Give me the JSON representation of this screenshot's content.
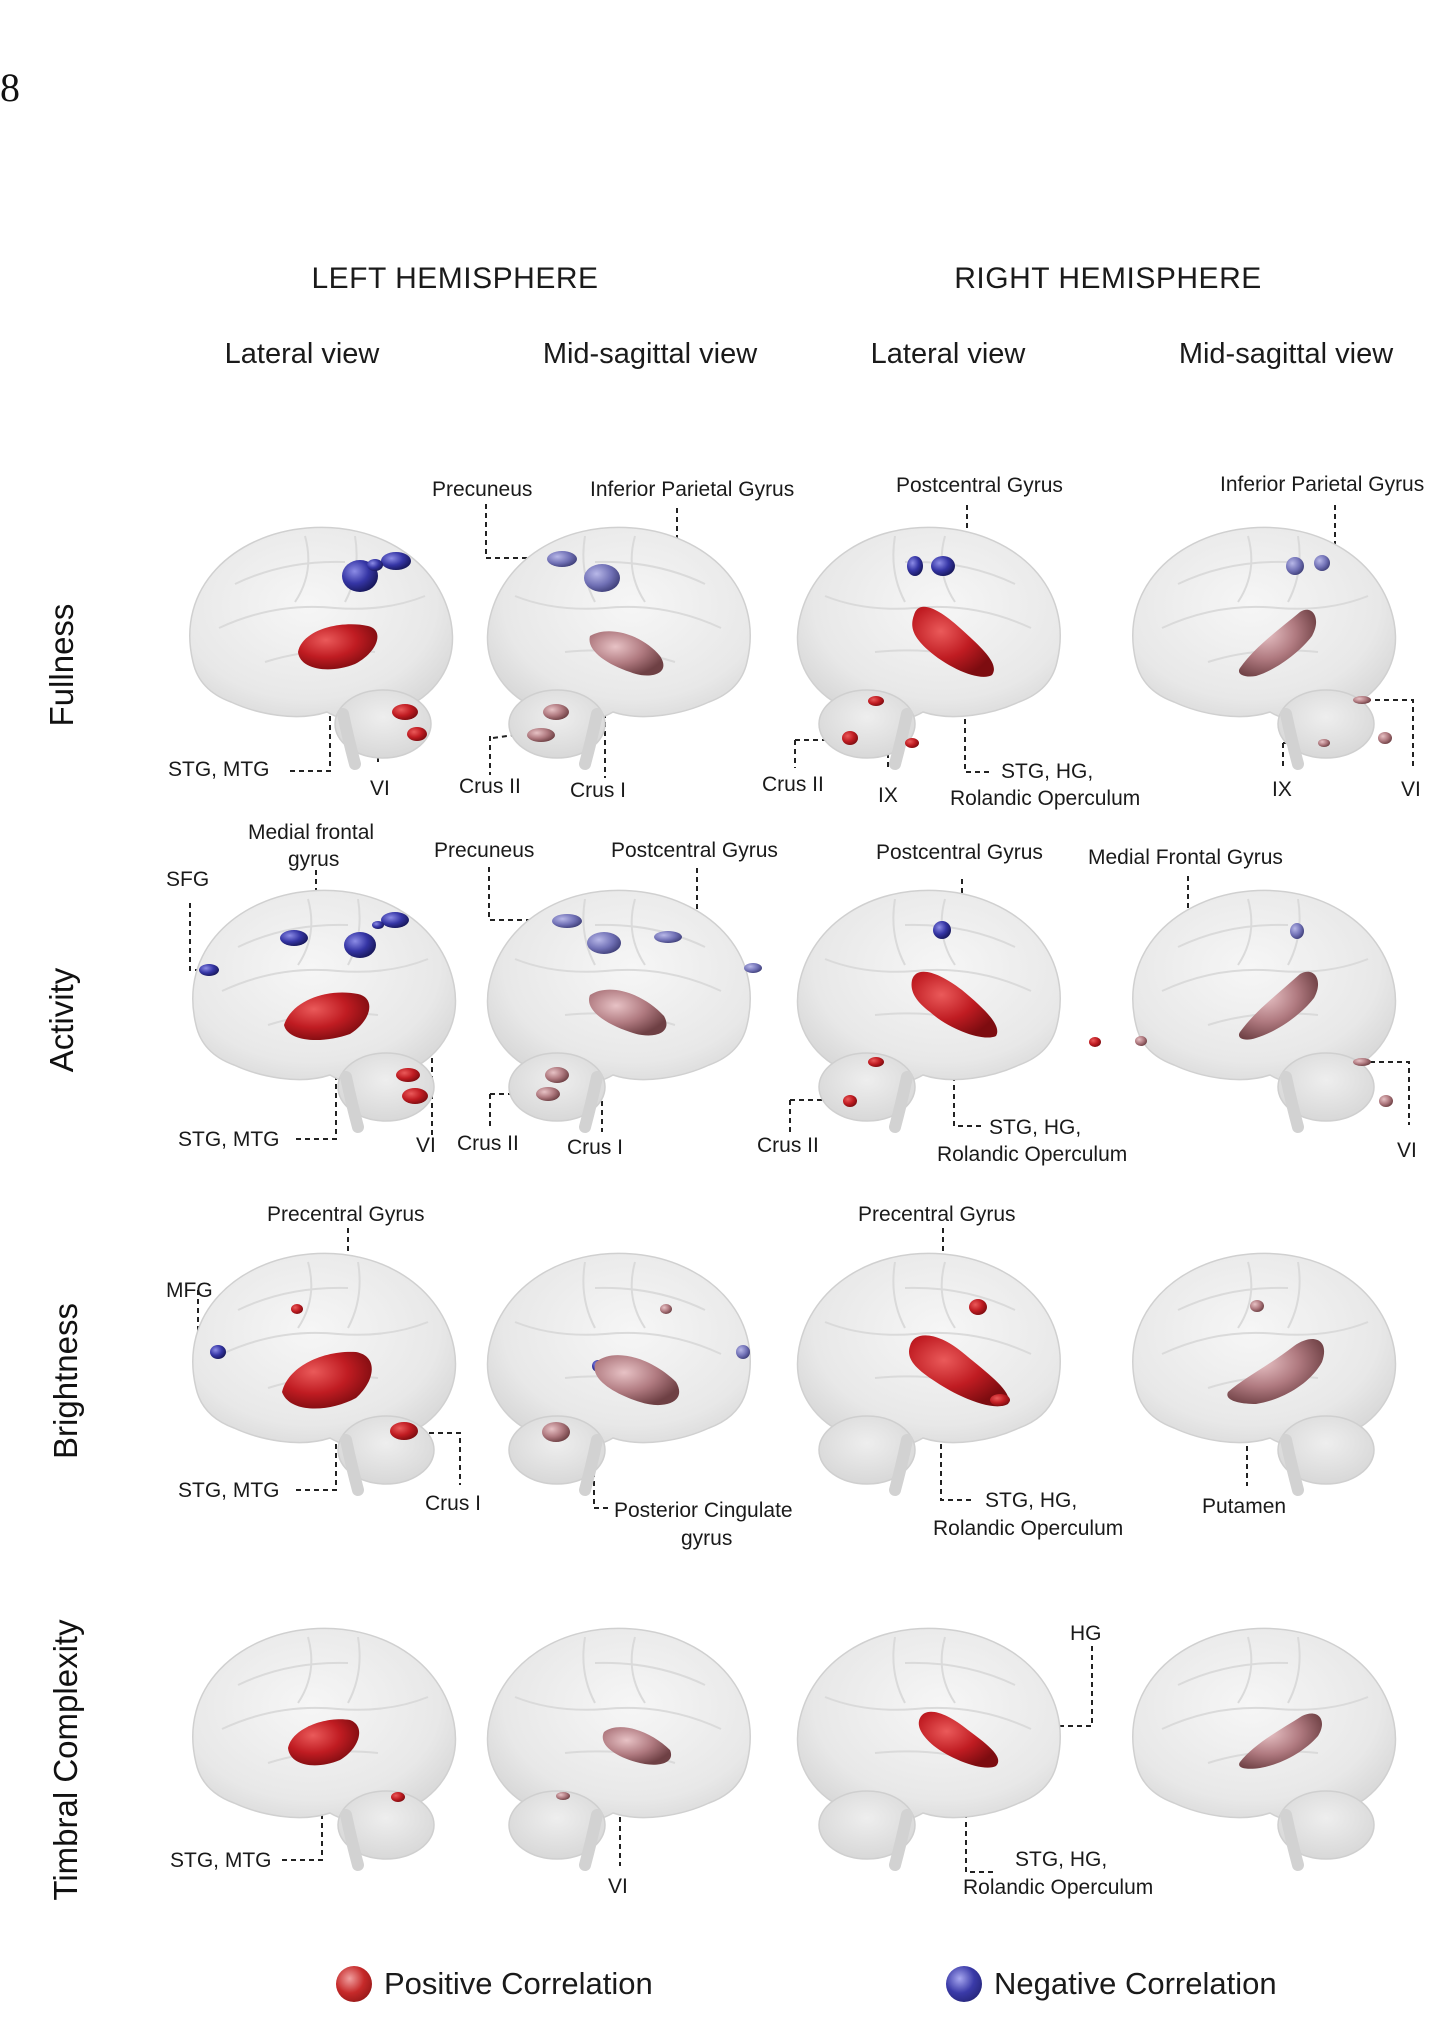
{
  "page_number": "8",
  "headers": {
    "left_hemisphere": "LEFT HEMISPHERE",
    "right_hemisphere": "RIGHT HEMISPHERE"
  },
  "views": [
    "Lateral view",
    "Mid-sagittal view",
    "Lateral view",
    "Mid-sagittal view"
  ],
  "rows": [
    "Fullness",
    "Activity",
    "Brightness",
    "Timbral Complexity"
  ],
  "annotations": {
    "fullness": {
      "lat_l_stg": "STG, MTG",
      "lat_l_vi": "VI",
      "mid_l_precuneus": "Precuneus",
      "mid_l_ipg": "Inferior Parietal Gyrus",
      "mid_l_crus2": "Crus II",
      "mid_l_crus1": "Crus I",
      "lat_r_postcentral": "Postcentral Gyrus",
      "lat_r_crus2": "Crus II",
      "lat_r_ix": "IX",
      "lat_r_stg_1": "STG, HG,",
      "lat_r_stg_2": "Rolandic Operculum",
      "mid_r_ipg": "Inferior Parietal Gyrus",
      "mid_r_ix": "IX",
      "mid_r_vi": "VI"
    },
    "activity": {
      "lat_l_sfg": "SFG",
      "lat_l_mfg_1": "Medial frontal",
      "lat_l_mfg_2": "gyrus",
      "lat_l_stg": "STG, MTG",
      "lat_l_vi": "VI",
      "mid_l_precuneus": "Precuneus",
      "mid_l_postcentral": "Postcentral Gyrus",
      "mid_l_crus2": "Crus II",
      "mid_l_crus1": "Crus I",
      "lat_r_postcentral": "Postcentral Gyrus",
      "lat_r_crus2": "Crus II",
      "lat_r_stg_1": "STG, HG,",
      "lat_r_stg_2": "Rolandic Operculum",
      "mid_r_mfg": "Medial Frontal Gyrus",
      "mid_r_vi": "VI"
    },
    "brightness": {
      "lat_l_precentral": "Precentral Gyrus",
      "lat_l_mfg": "MFG",
      "lat_l_stg": "STG, MTG",
      "lat_l_crus1": "Crus I",
      "mid_l_pcg_1": "Posterior Cingulate",
      "mid_l_pcg_2": "gyrus",
      "lat_r_precentral": "Precentral Gyrus",
      "lat_r_stg_1": "STG, HG,",
      "lat_r_stg_2": "Rolandic Operculum",
      "mid_r_putamen": "Putamen"
    },
    "timbral": {
      "lat_l_stg": "STG, MTG",
      "mid_l_vi": "VI",
      "lat_r_hg": "HG",
      "lat_r_stg_1": "STG, HG,",
      "lat_r_stg_2": "Rolandic Operculum"
    }
  },
  "legend": {
    "positive": "Positive Correlation",
    "negative": "Negative Correlation"
  },
  "colors": {
    "positive": "#c01c22",
    "positive_midline": "#b07a80",
    "negative": "#3535a5",
    "brain": "#e6e6e6"
  }
}
